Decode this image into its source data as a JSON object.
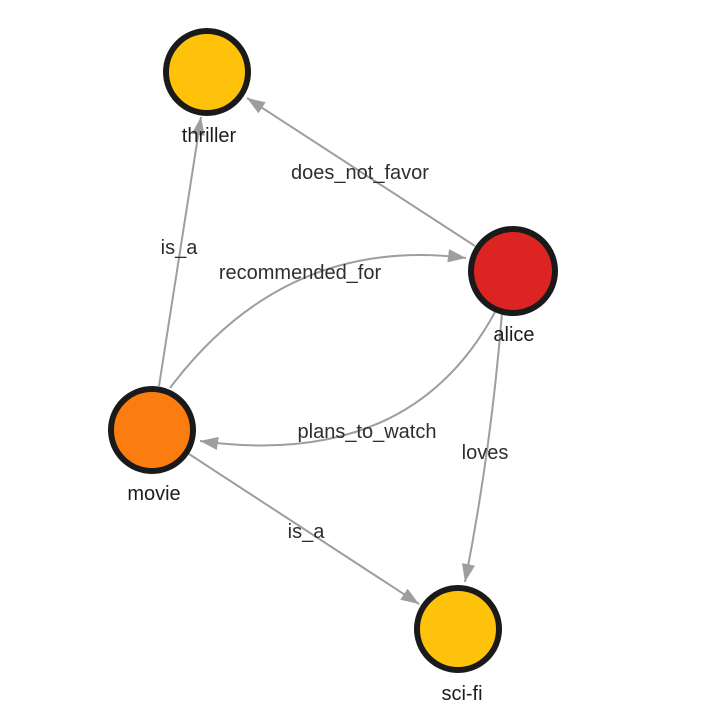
{
  "graph": {
    "background": "#FFFFFF",
    "edge_color": "#9E9E9E",
    "node_border_color": "#1A1A1A",
    "label_color": "#2E2E2E",
    "nodes": [
      {
        "id": "thriller",
        "label": "thriller",
        "color": "#FEC20B"
      },
      {
        "id": "alice",
        "label": "alice",
        "color": "#DC2423"
      },
      {
        "id": "movie",
        "label": "movie",
        "color": "#FB7D10"
      },
      {
        "id": "sci-fi",
        "label": "sci-fi",
        "color": "#FEC20B"
      }
    ],
    "edges": [
      {
        "from": "alice",
        "to": "thriller",
        "label": "does_not_favor"
      },
      {
        "from": "movie",
        "to": "thriller",
        "label": "is_a"
      },
      {
        "from": "movie",
        "to": "alice",
        "label": "recommended_for"
      },
      {
        "from": "alice",
        "to": "movie",
        "label": "plans_to_watch"
      },
      {
        "from": "alice",
        "to": "sci-fi",
        "label": "loves"
      },
      {
        "from": "movie",
        "to": "sci-fi",
        "label": "is_a"
      }
    ]
  }
}
